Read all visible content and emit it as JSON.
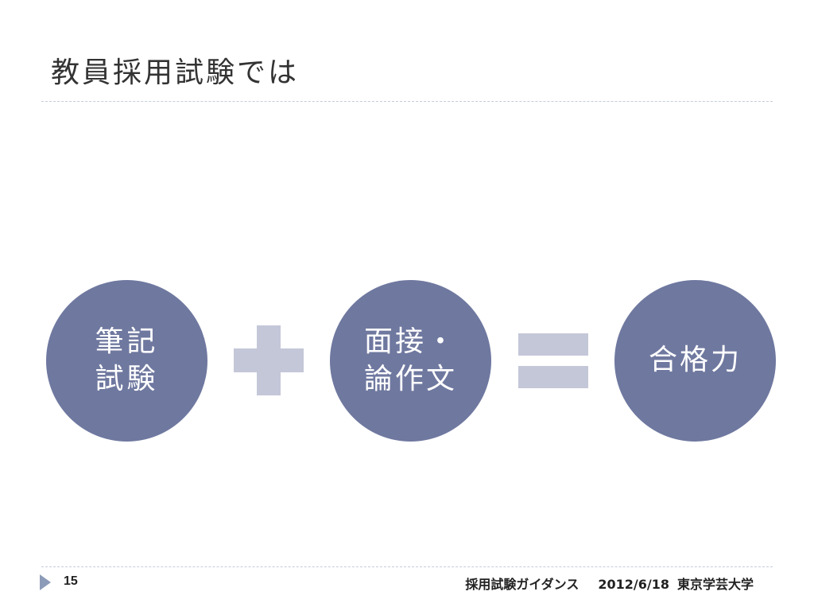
{
  "slide": {
    "title": "教員採用試験では",
    "items": [
      {
        "line1": "筆記",
        "line2": "試験"
      },
      {
        "line1": "面接・",
        "line2": "論作文"
      },
      {
        "line1": "合格力"
      }
    ],
    "operators": {
      "plus": "plus-sign",
      "equals": "equals-sign"
    }
  },
  "footer": {
    "page_number": "15",
    "guidance": "採用試験ガイダンス",
    "date": "2012/6/18",
    "organization": "東京学芸大学"
  },
  "colors": {
    "circle_fill": "#6f789f",
    "operator_fill": "#c4c7d8",
    "rule": "#c5ccd8",
    "bullet": "#8c9bb8"
  }
}
